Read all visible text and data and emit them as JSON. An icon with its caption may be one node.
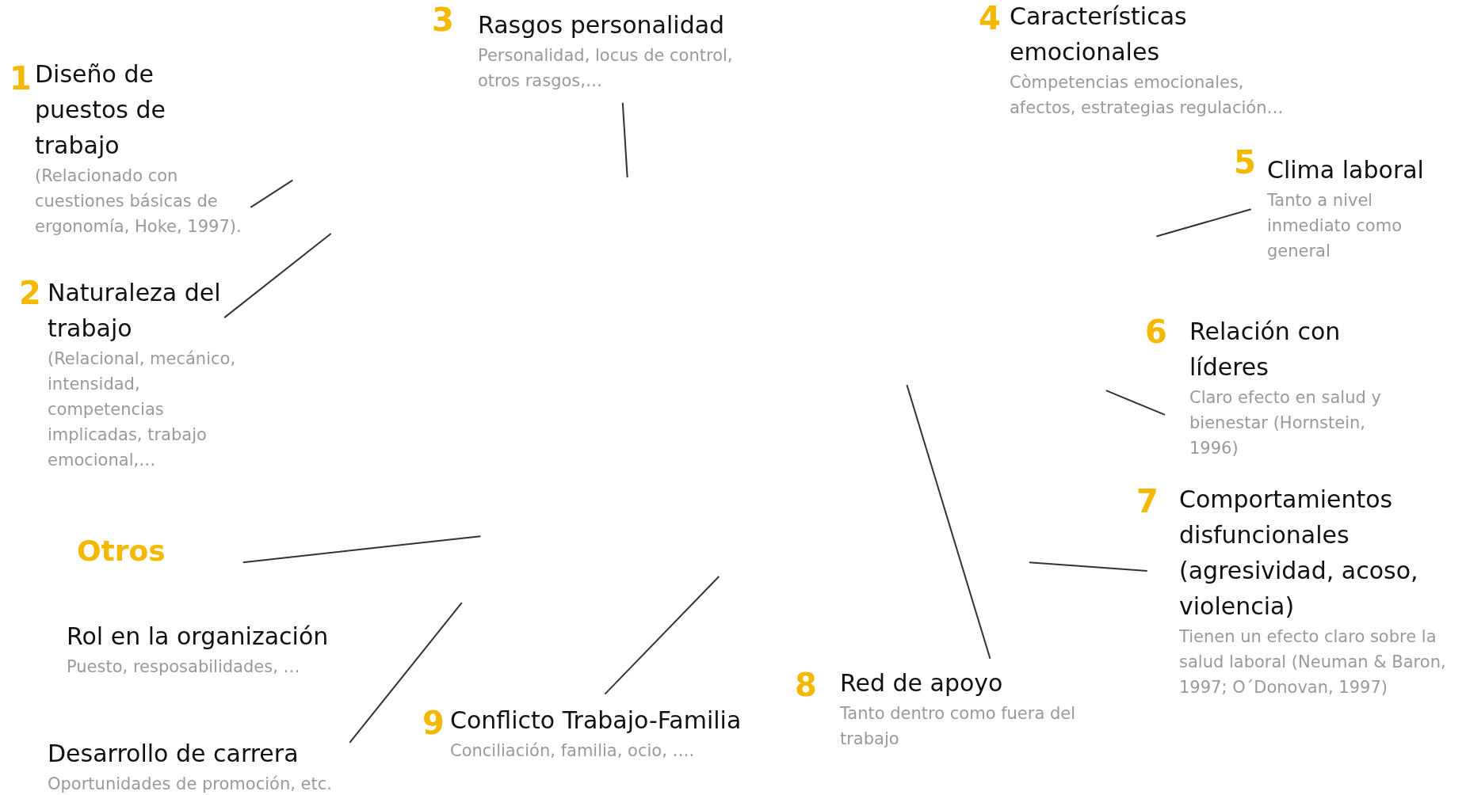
{
  "diagram": {
    "nodes": [
      {
        "text": [
          "1",
          "Diseño de puestos de trabajo",
          "(Relacionado con cuestiones básicas de ergonomía, Hoke, 1997)."
        ]
      },
      {
        "text": [
          "2",
          "Naturaleza del trabajo",
          "(Relacional, mecánico, intensidad, competencias implicadas, trabajo emocional,…"
        ]
      },
      {
        "text": [
          "3",
          "Rasgos personalidad",
          "Personalidad, locus de control, otros rasgos,…"
        ]
      },
      {
        "text": [
          "4",
          "Características emocionales",
          "Còmpetencias emocionales, afectos,  estrategias regulación…"
        ]
      },
      {
        "text": [
          "5",
          "Clima laboral",
          "Tanto a nivel inmediato como general"
        ]
      },
      {
        "text": [
          "6",
          "Relación con líderes",
          "Claro efecto en salud y bienestar (Hornstein, 1996)"
        ]
      },
      {
        "text": [
          "7",
          "Comportamientos disfuncionales (agresividad, acoso, violencia)",
          "Tienen un efecto claro sobre la salud laboral (Neuman & Baron, 1997; O´Donovan, 1997)"
        ]
      },
      {
        "text": [
          "Otros"
        ]
      },
      {
        "text": [
          "Rol en la organización",
          "Puesto, resposabilidades, …"
        ]
      },
      {
        "text": [
          "8",
          "Red de apoyo",
          "Tanto dentro como fuera del trabajo"
        ]
      },
      {
        "text": [
          "9",
          "Conflicto Trabajo-Familia",
          "Conciliación, familia, ocio, …."
        ]
      },
      {
        "text": [
          "Desarrollo de carrera",
          "Oportunidades de promoción, etc."
        ]
      }
    ],
    "edges": [
      {
        "from": 0,
        "to": null,
        "arrow": "none"
      },
      {
        "from": 1,
        "to": null,
        "arrow": "none"
      },
      {
        "from": 2,
        "to": null,
        "arrow": "none"
      },
      {
        "from": 4,
        "to": null,
        "arrow": "none"
      },
      {
        "from": 5,
        "to": null,
        "arrow": "none"
      },
      {
        "from": 6,
        "to": null,
        "arrow": "none"
      },
      {
        "from": 7,
        "to": null,
        "arrow": "none"
      },
      {
        "from": 9,
        "to": null,
        "arrow": "none"
      },
      {
        "from": 10,
        "to": null,
        "arrow": "none"
      },
      {
        "from": 11,
        "to": null,
        "arrow": "none"
      }
    ]
  }
}
